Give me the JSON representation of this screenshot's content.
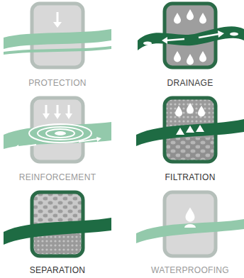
{
  "diagram": {
    "labels": [
      "PROTECTION",
      "DRAINAGE",
      "REINFORCEMENT",
      "FILTRATION",
      "SEPARATION",
      "WATERPROOFING"
    ]
  }
}
